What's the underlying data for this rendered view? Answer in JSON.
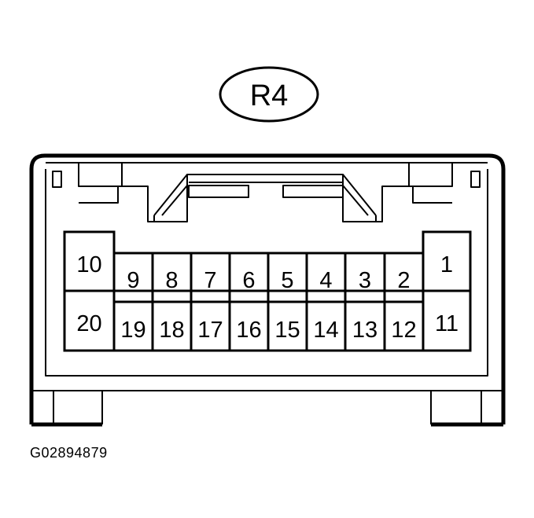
{
  "connector": {
    "label": "R4",
    "top_row_pins": [
      {
        "label": "10"
      },
      {
        "label": "9"
      },
      {
        "label": "8"
      },
      {
        "label": "7"
      },
      {
        "label": "6"
      },
      {
        "label": "5"
      },
      {
        "label": "4"
      },
      {
        "label": "3"
      },
      {
        "label": "2"
      },
      {
        "label": "1"
      }
    ],
    "bottom_row_pins": [
      {
        "label": "20"
      },
      {
        "label": "19"
      },
      {
        "label": "18"
      },
      {
        "label": "17"
      },
      {
        "label": "16"
      },
      {
        "label": "15"
      },
      {
        "label": "14"
      },
      {
        "label": "13"
      },
      {
        "label": "12"
      },
      {
        "label": "11"
      }
    ]
  },
  "figure_code": "G02894879"
}
